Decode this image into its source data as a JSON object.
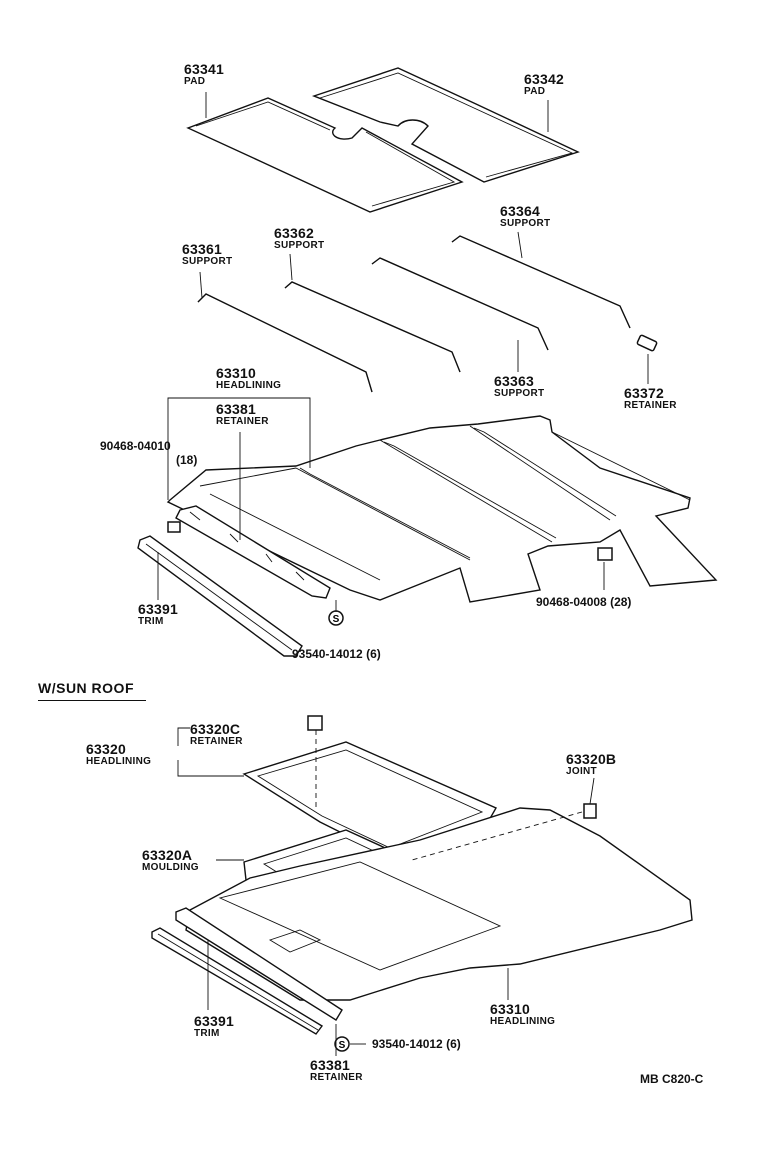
{
  "labels": {
    "p63341": {
      "number": "63341",
      "name": "PAD"
    },
    "p63342": {
      "number": "63342",
      "name": "PAD"
    },
    "p63361": {
      "number": "63361",
      "name": "SUPPORT"
    },
    "p63362": {
      "number": "63362",
      "name": "SUPPORT"
    },
    "p63363": {
      "number": "63363",
      "name": "SUPPORT"
    },
    "p63364": {
      "number": "63364",
      "name": "SUPPORT"
    },
    "p63372": {
      "number": "63372",
      "name": "RETAINER"
    },
    "p63310a": {
      "number": "63310",
      "name": "HEADLINING"
    },
    "p63381a": {
      "number": "63381",
      "name": "RETAINER"
    },
    "p90468_04010": {
      "number": "90468-04010",
      "qty": "(18)"
    },
    "p63391a": {
      "number": "63391",
      "name": "TRIM"
    },
    "p93540a": {
      "number": "93540-14012 (6)"
    },
    "p90468_04008": {
      "number": "90468-04008 (28)"
    },
    "p63320": {
      "number": "63320",
      "name": "HEADLINING"
    },
    "p63320C": {
      "number": "63320C",
      "name": "RETAINER"
    },
    "p63320B": {
      "number": "63320B",
      "name": "JOINT"
    },
    "p63320A": {
      "number": "63320A",
      "name": "MOULDING"
    },
    "p63310b": {
      "number": "63310",
      "name": "HEADLINING"
    },
    "p63391b": {
      "number": "63391",
      "name": "TRIM"
    },
    "p93540b": {
      "number": "93540-14012 (6)"
    },
    "p63381b": {
      "number": "63381",
      "name": "RETAINER"
    }
  },
  "section_title": "W/SUN  ROOF",
  "screw_symbol": "S",
  "diagram_code": "MB  C820-C"
}
